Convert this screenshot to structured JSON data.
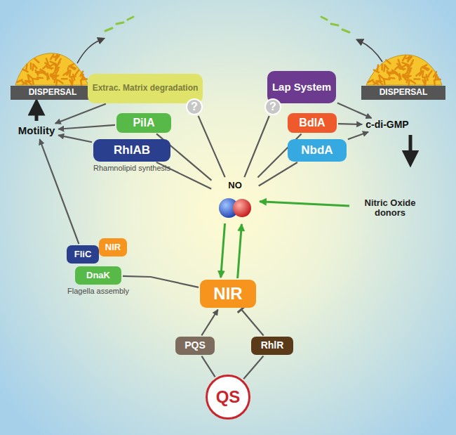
{
  "diagram": {
    "nodes": [
      {
        "text": [
          "DISPERSAL"
        ]
      },
      {
        "text": [
          "DISPERSAL"
        ]
      },
      {
        "text": [
          "Extrac. Matrix degradation"
        ]
      },
      {
        "text": [
          "?"
        ]
      },
      {
        "text": [
          "Lap System"
        ]
      },
      {
        "text": [
          "?"
        ]
      },
      {
        "text": [
          "PilA"
        ]
      },
      {
        "text": [
          "BdlA"
        ]
      },
      {
        "text": [
          "Motility"
        ]
      },
      {
        "text": [
          "RhlAB",
          "Rhamnolipid synthesis"
        ]
      },
      {
        "text": [
          "c-di-GMP"
        ]
      },
      {
        "text": [
          "NbdA"
        ]
      },
      {
        "text": [
          "NO"
        ]
      },
      {
        "text": [
          "Nitric Oxide donors"
        ]
      },
      {
        "text": [
          "FliC"
        ]
      },
      {
        "text": [
          "NIR"
        ]
      },
      {
        "text": [
          "DnaK",
          "Flagella assembly"
        ]
      },
      {
        "text": [
          "NIR"
        ]
      },
      {
        "text": [
          "PQS"
        ]
      },
      {
        "text": [
          "RhlR"
        ]
      },
      {
        "text": [
          "QS"
        ]
      }
    ],
    "edges": [
      {
        "from": 12,
        "to": 3,
        "arrow": "none"
      },
      {
        "from": 12,
        "to": 6,
        "arrow": "none"
      },
      {
        "from": 12,
        "to": 9,
        "arrow": "none"
      },
      {
        "from": 12,
        "to": 5,
        "arrow": "none"
      },
      {
        "from": 12,
        "to": 7,
        "arrow": "none"
      },
      {
        "from": 12,
        "to": 11,
        "arrow": "none"
      },
      {
        "from": 2,
        "to": 8,
        "arrow": "to"
      },
      {
        "from": 6,
        "to": 8,
        "arrow": "to"
      },
      {
        "from": 9,
        "to": 8,
        "arrow": "to"
      },
      {
        "from": 14,
        "to": 8,
        "arrow": "to"
      },
      {
        "from": 4,
        "to": 10,
        "arrow": "to"
      },
      {
        "from": 7,
        "to": 10,
        "arrow": "to"
      },
      {
        "from": 11,
        "to": 10,
        "arrow": "to"
      },
      {
        "from": 13,
        "to": 12,
        "arrow": "to"
      },
      {
        "from": 17,
        "to": 12,
        "arrow": "to"
      },
      {
        "from": 12,
        "to": 17,
        "arrow": "to"
      },
      {
        "from": 18,
        "to": 17,
        "arrow": "to"
      },
      {
        "from": 19,
        "to": 17,
        "arrow": "to"
      },
      {
        "from": 20,
        "to": 18,
        "arrow": "none"
      },
      {
        "from": 20,
        "to": 19,
        "arrow": "none"
      },
      {
        "from": 17,
        "to": 16,
        "arrow": "none"
      }
    ]
  }
}
